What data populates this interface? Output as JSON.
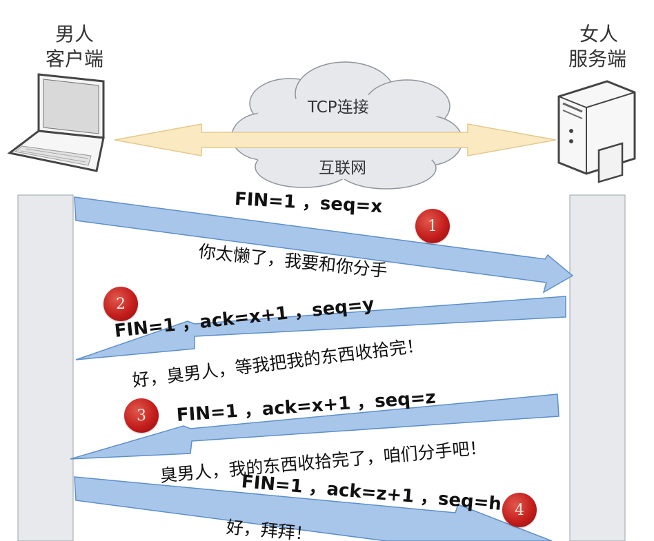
{
  "client": {
    "line1": "男人",
    "line2": "客户端"
  },
  "server": {
    "line1": "女人",
    "line2": "服务端"
  },
  "network": {
    "top_label": "TCP连接",
    "bottom_label": "互联网"
  },
  "messages": [
    {
      "step": "1",
      "packet": "FIN=1 ，seq=x",
      "caption": "你太懒了，我要和你分手"
    },
    {
      "step": "2",
      "packet": "FIN=1 ，ack=x+1 ，seq=y",
      "caption": "好，臭男人，等我把我的东西收拾完！"
    },
    {
      "step": "3",
      "packet": "FIN=1 ，ack=x+1 ，seq=z",
      "caption": "臭男人，我的东西收拾完了，咱们分手吧！"
    },
    {
      "step": "4",
      "packet": "FIN=1 ，ack=z+1 ，seq=h",
      "caption": "好，拜拜！"
    }
  ],
  "colors": {
    "arrow_fill": "#a8c6ea",
    "arrow_stroke": "#5d8fc8",
    "connection_arrow": "#fbe9c2",
    "cloud": "#e6e8ec",
    "lifeline": "#e8e9ec",
    "badge": "#c41e1c"
  },
  "icons": {
    "client": "laptop-icon",
    "server": "server-tower-icon"
  }
}
